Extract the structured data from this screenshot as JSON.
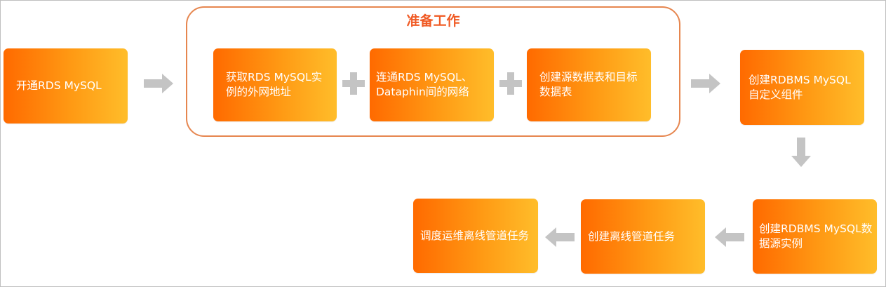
{
  "group": {
    "title": "准备工作"
  },
  "steps": {
    "open_rds": "开通RDS MySQL",
    "get_address": "获取RDS MySQL实例的外网地址",
    "connect_network": "连通RDS MySQL、Dataphin间的网络",
    "create_tables": "创建源数据表和目标数据表",
    "create_component": "创建RDBMS MySQL自定义组件",
    "create_datasource": "创建RDBMS MySQL数据源实例",
    "create_offline_task": "创建离线管道任务",
    "schedule_offline_task": "调度运维离线管道任务"
  },
  "colors": {
    "box_gradient_start": "#ff6a00",
    "box_gradient_end": "#ffbd2a",
    "group_border": "#e6864f",
    "group_title": "#f05a24",
    "connector": "#c4c4c4"
  },
  "icons": {
    "arrow": "arrow-icon",
    "plus": "plus-icon"
  }
}
